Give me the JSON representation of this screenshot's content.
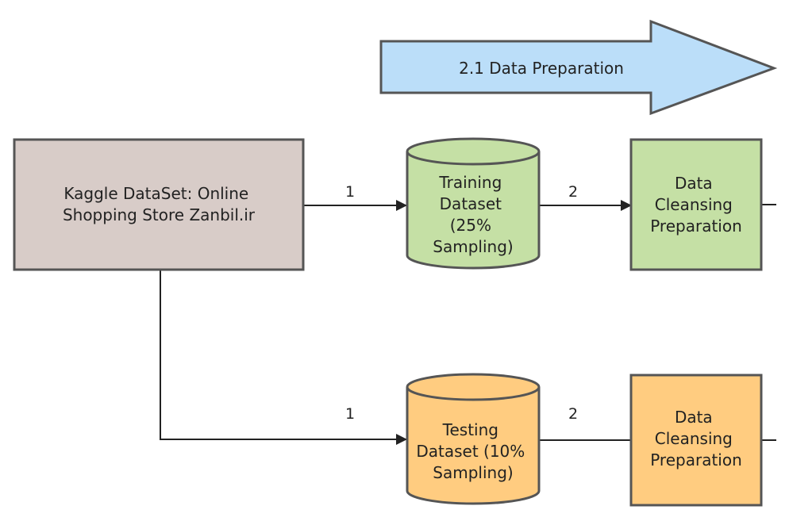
{
  "colors": {
    "banner_fill": "#bbdef9",
    "source_fill": "#d8ccc8",
    "training_fill": "#c5e0a5",
    "testing_fill": "#ffcc80",
    "stroke": "#555555",
    "edge": "#222222"
  },
  "banner": {
    "label": "2.1 Data Preparation"
  },
  "nodes": {
    "source": {
      "lines": [
        "Kaggle DataSet:  Online",
        "Shopping Store Zanbil.ir"
      ]
    },
    "training_dataset": {
      "lines": [
        "Training",
        "Dataset",
        "(25%",
        "Sampling)"
      ]
    },
    "training_cleansing": {
      "lines": [
        "Data",
        "Cleansing",
        "Preparation"
      ]
    },
    "testing_dataset": {
      "lines": [
        "Testing",
        "Dataset (10%",
        "Sampling)"
      ]
    },
    "testing_cleansing": {
      "lines": [
        "Data",
        "Cleansing",
        "Preparation"
      ]
    }
  },
  "edges": {
    "source_to_training": "1",
    "training_to_cleansing": "2",
    "source_to_testing": "1",
    "testing_to_cleansing": "2"
  }
}
